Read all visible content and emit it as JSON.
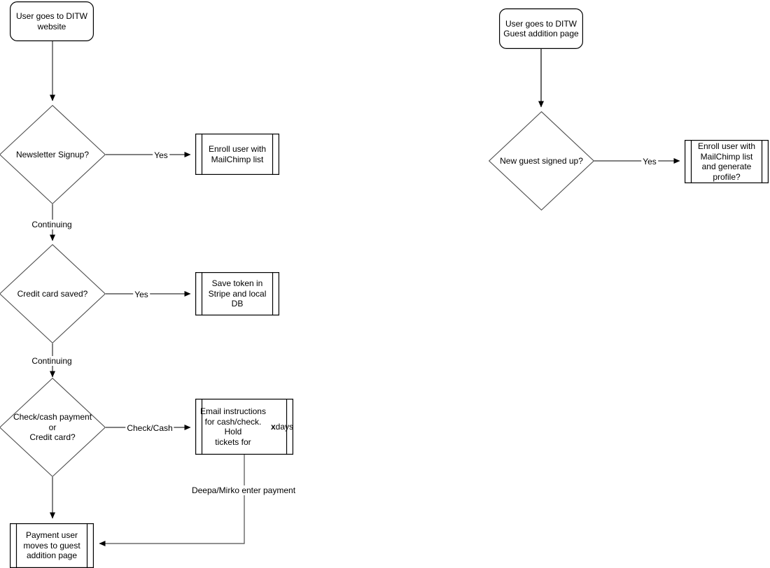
{
  "diagram": {
    "title": "DITW signup and guest addition flowchart",
    "background": "#ffffff",
    "stroke": "#000000",
    "diamond_stroke": "#4d4d4d",
    "line_stroke": "#4d4d4d",
    "arrow_stroke": "#000000"
  },
  "nodes": {
    "start_website": {
      "text": "User goes to DITW\nwebsite",
      "shape": "rounded-terminator"
    },
    "newsletter_signup": {
      "text": "Newsletter Signup?",
      "shape": "decision"
    },
    "enroll_mailchimp": {
      "text": "Enroll user with\nMailChimp list",
      "shape": "predefined-process"
    },
    "credit_card_saved": {
      "text": "Credit card saved?",
      "shape": "decision"
    },
    "save_token": {
      "text": "Save token in\nStripe and local\nDB",
      "shape": "predefined-process"
    },
    "payment_type": {
      "text": "Check/cash payment\nor\nCredit card?",
      "shape": "decision"
    },
    "email_instructions_pre": {
      "text": "Email instructions\nfor cash/check. Hold\ntickets for ",
      "text_bold": "x",
      "text_post": " days",
      "shape": "predefined-process"
    },
    "payment_user_moves": {
      "text": "Payment user\nmoves to guest\naddition page",
      "shape": "predefined-process"
    },
    "start_guest_page": {
      "text": "User goes to DITW\nGuest addition page",
      "shape": "rounded-terminator"
    },
    "new_guest_signed_up": {
      "text": "New guest signed up?",
      "shape": "decision"
    },
    "enroll_generate_profile": {
      "text": "Enroll user with\nMailChimp list\nand generate\nprofile?",
      "shape": "predefined-process"
    }
  },
  "edge_labels": {
    "newsletter_yes": "Yes",
    "newsletter_continuing": "Continuing",
    "credit_card_yes": "Yes",
    "credit_card_continuing": "Continuing",
    "payment_check_cash": "Check/Cash",
    "deepa_mirko": "Deepa/Mirko enter payment",
    "guest_yes": "Yes"
  }
}
